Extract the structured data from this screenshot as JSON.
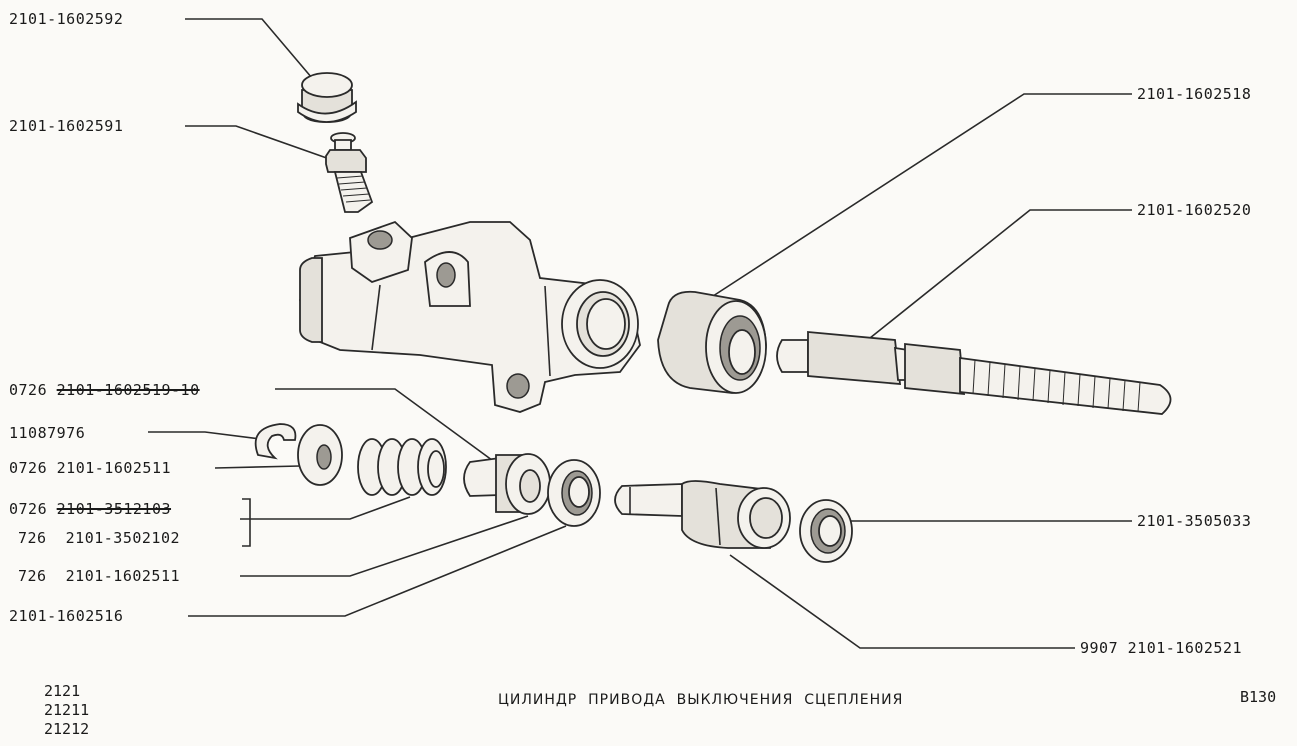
{
  "labels": {
    "l1": "2101-1602592",
    "l2": "2101-1602591",
    "l3a": "0726",
    "l3b": "2101-1602519-10",
    "l4": "11087976",
    "l5a": "0726",
    "l5b": "2101-1602511",
    "l6a": "0726",
    "l6b": "2101-3512103",
    "l7a": "726",
    "l7b": "2101-3502102",
    "l8a": "726",
    "l8b": "2101-1602511",
    "l9": "2101-1602516",
    "r1": "2101-1602518",
    "r2": "2101-1602520",
    "r3": "2101-3505033",
    "r4a": "9907",
    "r4b": "2101-1602521"
  },
  "models": [
    "2121",
    "21211",
    "21212"
  ],
  "title": "ЦИЛИНДР  ПРИВОДА  ВЫКЛЮЧЕНИЯ  СЦЕПЛЕНИЯ",
  "page_code": "B130"
}
